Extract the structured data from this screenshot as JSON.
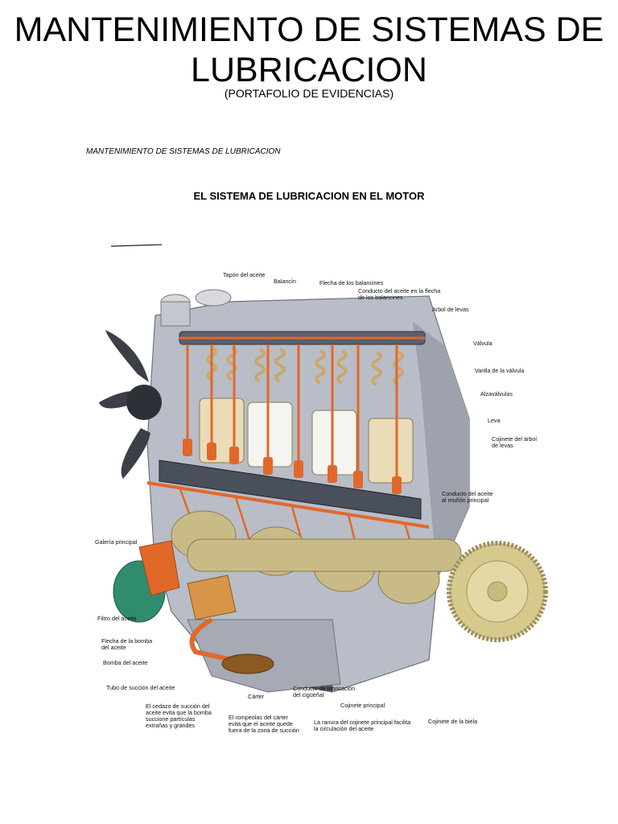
{
  "document": {
    "title": "MANTENIMIENTO DE SISTEMAS DE LUBRICACION",
    "subtitle": "(PORTAFOLIO DE EVIDENCIAS)",
    "header": "MANTENIMIENTO DE  SISTEMAS DE LUBRICACION",
    "section_title": "EL SISTEMA DE LUBRICACION EN EL MOTOR"
  },
  "figure": {
    "labels": {
      "tapon": "Tapón del aceite",
      "balancin": "Balancín",
      "flecha_balancines": "Flecha de los balancines",
      "conducto_flecha": "Conducto del aceite en la flecha\nde los balancines",
      "arbol_levas": "Arbol de levas",
      "valvula": "Válvula",
      "varilla": "Varilla de la válvula",
      "alzavalvulas": "Alzaválvulas",
      "leva": "Leva",
      "cojinete_arbol": "Cojinete del árbol\nde levas",
      "conducto_munon": "Conducto del aceite\nal muñón principal",
      "galeria": "Galería principal",
      "filtro": "Filtro del aceite",
      "flecha_bomba": "Flecha de la bomba\ndel aceite",
      "bomba": "Bomba del aceite",
      "tubo_succion": "Tubo de succión del aceite",
      "carter": "Cárter",
      "cedazo": "El cedazo de succión del\naceite evita que la bomba\nsuccione partículas\nextrañas y grandes",
      "rompeolas": "El rompeolas del cárter\nevita que el aceite quede\nfuera de la zona de succión",
      "conducto_cigueñal": "Conducto de lubricación\ndel cigüeñal",
      "cojinete_principal": "Cojinete principal",
      "ranura": "La ranura del cojinete principal facilita\nla circulación del aceite",
      "cojinete_biela": "Cojinete de la biela"
    },
    "colors": {
      "block": "#b9bdc7",
      "block_dark": "#8d919c",
      "oil": "#e2682a",
      "spring": "#caa86a",
      "piston": "#e9dcb6",
      "filter": "#2f8c6c",
      "flywheel": "#d6c98c",
      "crank": "#c8bb86"
    }
  }
}
